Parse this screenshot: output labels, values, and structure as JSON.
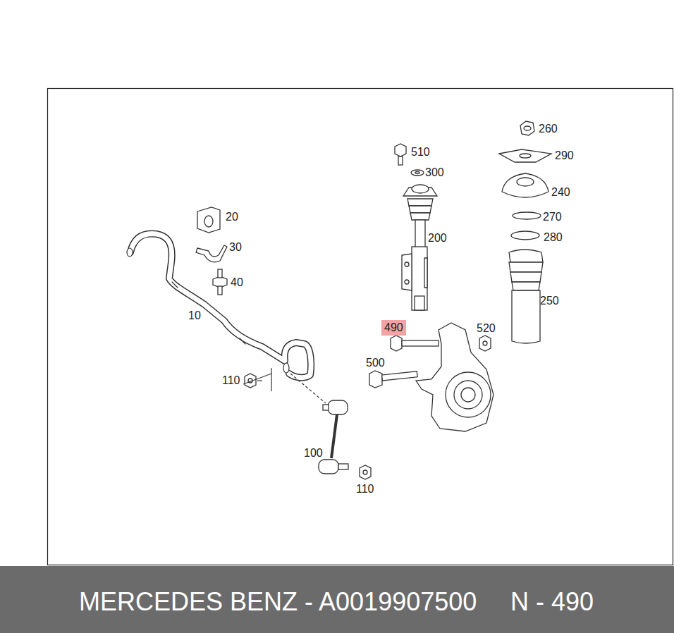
{
  "diagram": {
    "labels": [
      "260",
      "510",
      "290",
      "300",
      "240",
      "20",
      "270",
      "30",
      "200",
      "280",
      "40",
      "10",
      "250",
      "490",
      "520",
      "500",
      "110",
      "100",
      "110",
      "MERCEDES BENZ - A0019907500",
      "N - 490"
    ]
  }
}
